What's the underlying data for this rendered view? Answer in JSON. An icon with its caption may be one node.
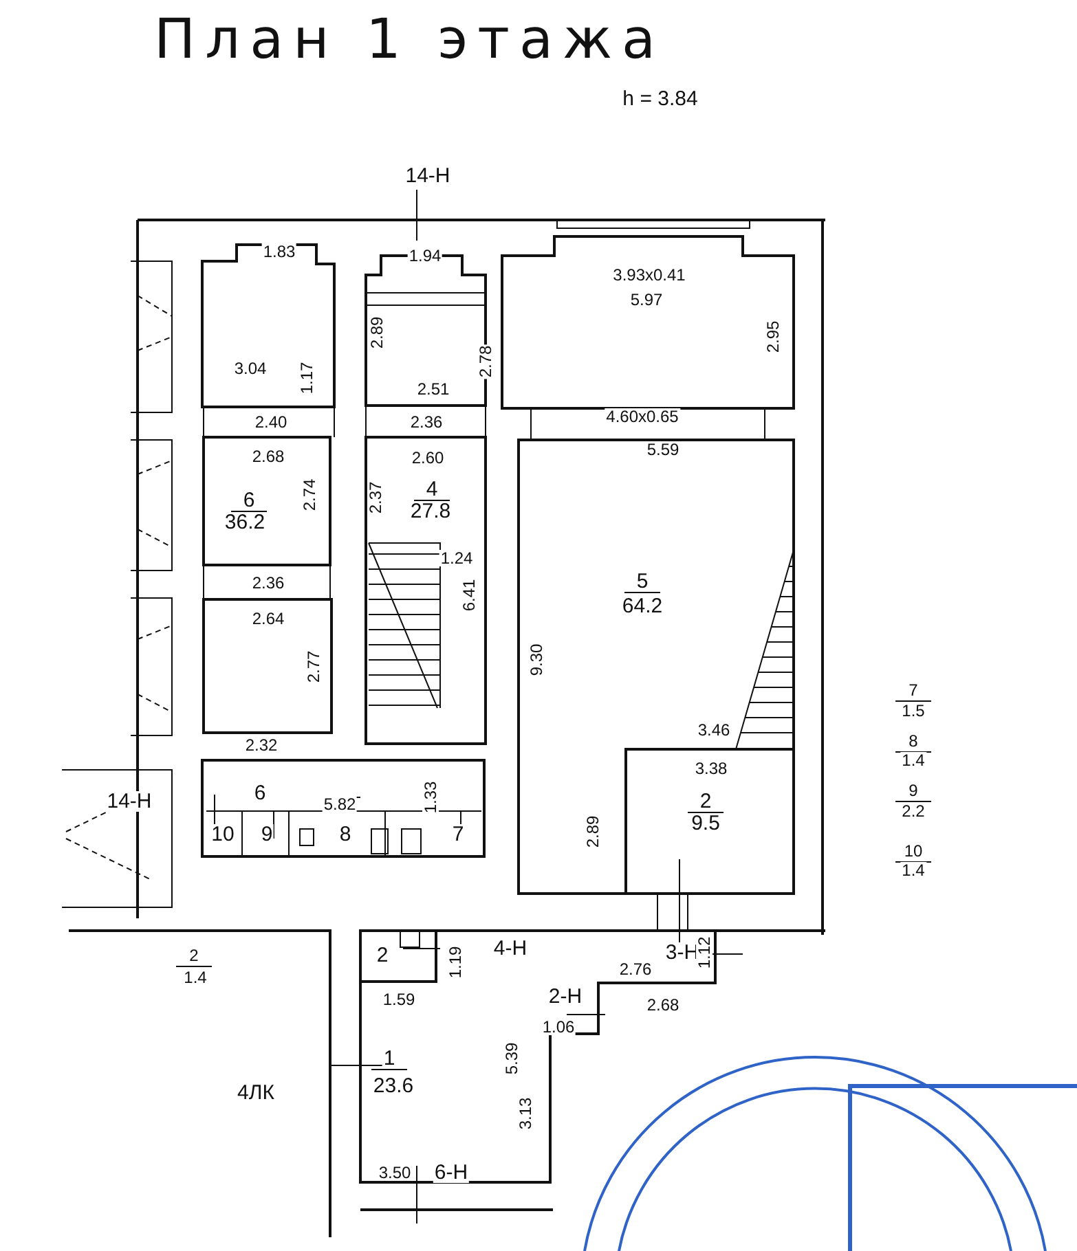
{
  "diagram": {
    "title": "План 1 этажа",
    "labels": [
      "h = 3.84",
      "14-Н",
      "1.83",
      "1.94",
      "3.93х0.41",
      "5.97",
      "2.89",
      "2.95",
      "2.78",
      "3.04",
      "1.17",
      "2.51",
      "2.40",
      "2.36",
      "4.60х0.65",
      "2.68",
      "2.60",
      "5.59",
      "4",
      "2.74",
      "2.37",
      "6",
      "27.8",
      "36.2",
      "1.24",
      "2.36",
      "5",
      "6.41",
      "64.2",
      "2.64",
      "2.77",
      "9.30",
      "7",
      "1.5",
      "3.46",
      "8",
      "1.4",
      "2.32",
      "3.38",
      "9",
      "2.2",
      "14-Н",
      "6",
      "5.82",
      "1.33",
      "2",
      "9.5",
      "2.89",
      "10",
      "1.4",
      "10",
      "9",
      "8",
      "7",
      "2",
      "1.4",
      "2",
      "1.19",
      "4-Н",
      "3-Н",
      "1.12",
      "2.76",
      "1.59",
      "2-Н",
      "2.68",
      "1.06",
      "1",
      "5.39",
      "4ЛК",
      "23.6",
      "3.13",
      "3.50",
      "6-Н"
    ]
  }
}
